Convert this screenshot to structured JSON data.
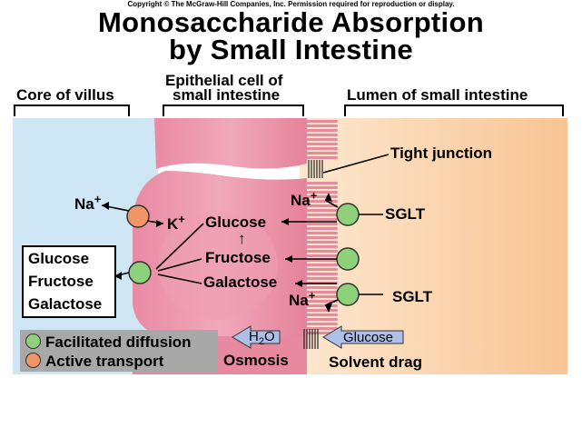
{
  "copyright": "Copyright © The McGraw-Hill Companies, Inc. Permission required for reproduction or display.",
  "title_line1": "Monosaccharide Absorption",
  "title_line2": "by Small Intestine",
  "regions": {
    "core": "Core of villus",
    "epithelial_line1": "Epithelial cell of",
    "epithelial_line2": "small intestine",
    "lumen": "Lumen of small intestine"
  },
  "labels": {
    "tight_junction": "Tight junction",
    "sglt_top": "SGLT",
    "sglt_bottom": "SGLT",
    "na_left": "Na",
    "na_top": "Na",
    "na_bottom": "Na",
    "plus": "+",
    "k": "K",
    "glucose": "Glucose",
    "fructose": "Fructose",
    "galactose": "Galactose",
    "up_arrow": "↑"
  },
  "sugar_box": [
    "Glucose",
    "Fructose",
    "Galactose"
  ],
  "flow": {
    "osmosis_h": "H",
    "osmosis_sub": "2",
    "osmosis_o": "O",
    "osmosis": "Osmosis",
    "glucose_arrow": "Glucose",
    "solvent_drag": "Solvent drag"
  },
  "legend": {
    "facilitated": "Facilitated diffusion",
    "active": "Active transport"
  },
  "colors": {
    "core_bg": "#cfe6f4",
    "cell": "#e58fa6",
    "cell_light": "#f2b8c8",
    "lumen_bg": "#fbd9b6",
    "transporter_green": "#8fd07a",
    "pump_orange": "#f0946a",
    "flow_arrow": "#aebfe8",
    "legend_bg": "#a8a8a8"
  }
}
